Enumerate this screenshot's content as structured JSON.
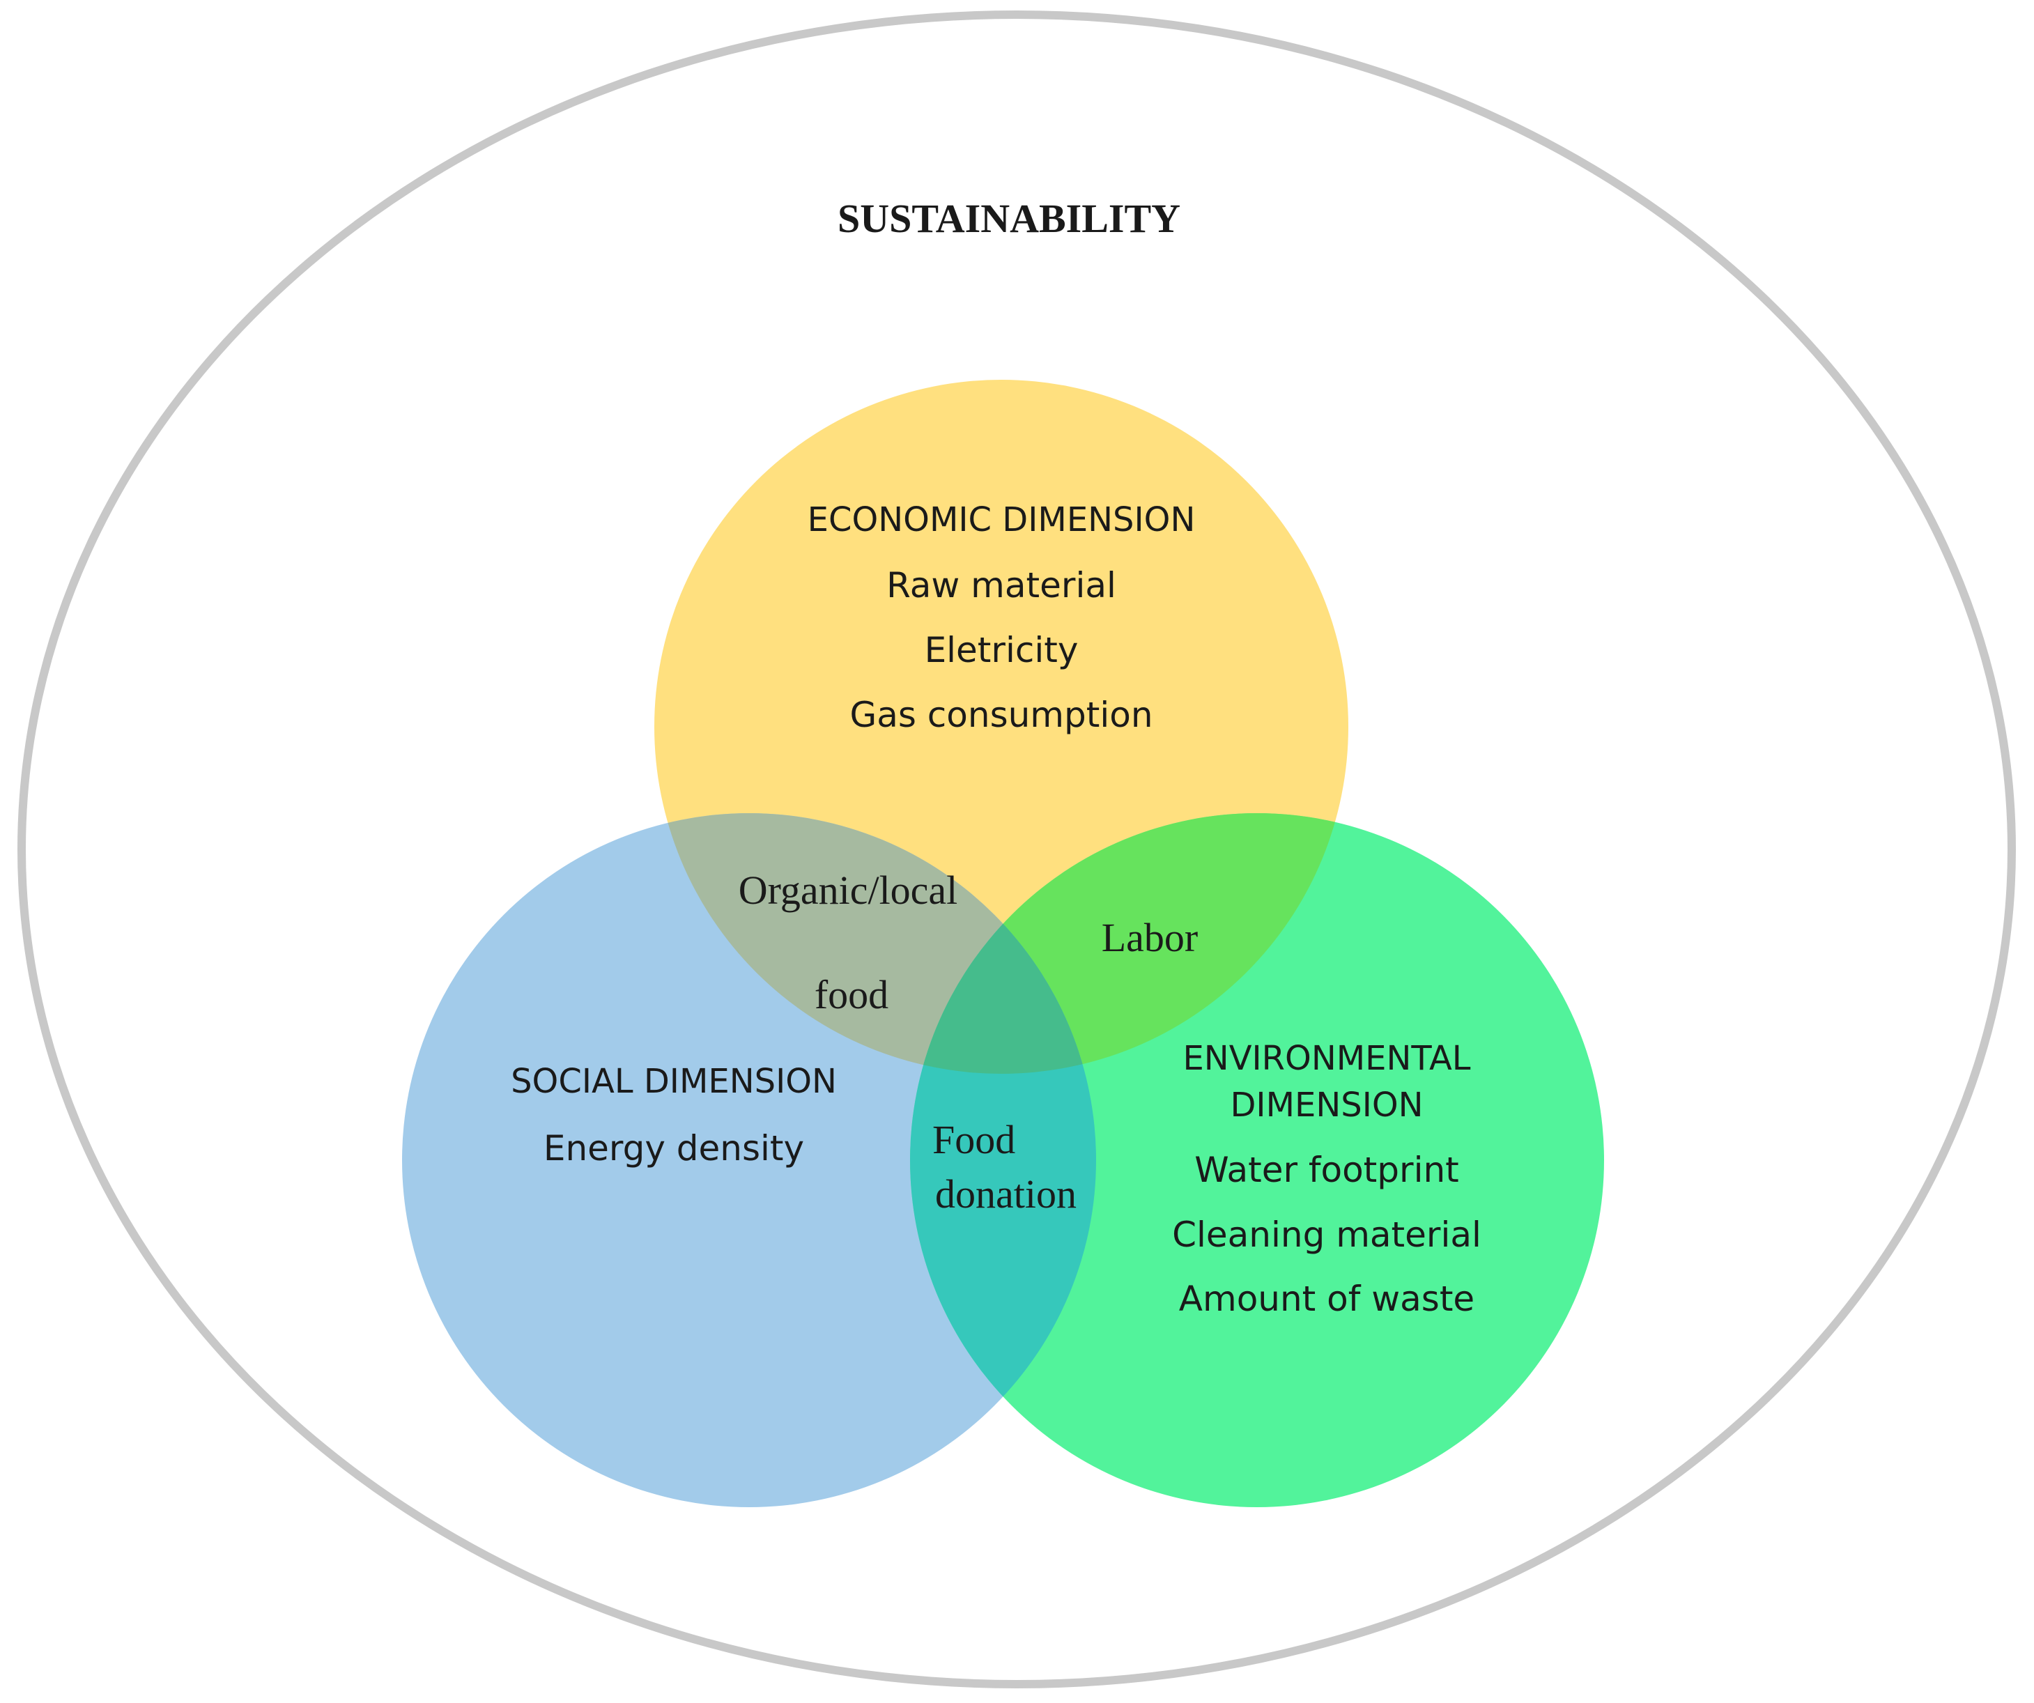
{
  "title": "SUSTAINABILITY",
  "colors": {
    "outer_ring": "#c8c8c8",
    "economic": "#ffe07f",
    "social": "#a2cbea",
    "environmental": "#52f39b",
    "economic_social": "#a6baa0",
    "economic_environmental": "#66e35d",
    "social_environmental": "#36c8bb",
    "center": "#45bc8c"
  },
  "economic": {
    "heading": "ECONOMIC DIMENSION",
    "items": [
      "Raw material",
      "Eletricity",
      "Gas consumption"
    ]
  },
  "social": {
    "heading": "SOCIAL DIMENSION",
    "items": [
      "Energy density"
    ]
  },
  "environmental": {
    "heading_line1": "ENVIRONMENTAL",
    "heading_line2": "DIMENSION",
    "items": [
      "Water footprint",
      "Cleaning material",
      "Amount of waste"
    ]
  },
  "overlaps": {
    "economic_social_line1": "Organic/local",
    "economic_social_line2": "food",
    "economic_environmental": "Labor",
    "social_environmental_line1": "Food",
    "social_environmental_line2": "donation"
  }
}
